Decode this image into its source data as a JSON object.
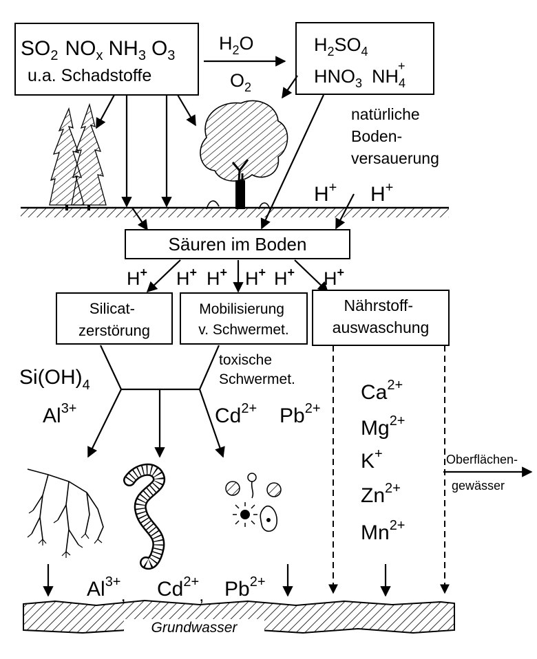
{
  "pollutants_box": {
    "formula_so2": "SO",
    "so2_sub": "2",
    "formula_nox": "NO",
    "nox_sub": "x",
    "formula_nh3": "NH",
    "nh3_sub": "3",
    "formula_o3": "O",
    "o3_sub": "3",
    "caption": "u.a. Schadstoffe"
  },
  "reaction": {
    "reagent_top": "H",
    "reagent_top_sub": "2",
    "reagent_top_tail": "O",
    "reagent_bottom": "O",
    "reagent_bottom_sub": "2"
  },
  "acids_box": {
    "h2so4_a": "H",
    "h2so4_sub1": "2",
    "h2so4_b": "SO",
    "h2so4_sub2": "4",
    "hno3_a": "HNO",
    "hno3_sub": "3",
    "nh4_a": "NH",
    "nh4_sub": "4",
    "nh4_sup": "+"
  },
  "natural_acidification": [
    "natürliche",
    "Boden-",
    "versauerung"
  ],
  "soil_protons": {
    "h": "H",
    "sup": "+"
  },
  "soil_acids_box": "Säuren im Boden",
  "proton_label": {
    "h": "H",
    "sup": "+"
  },
  "effect_boxes": {
    "silicate": [
      "Silicat-",
      "zerstörung"
    ],
    "mobilization": [
      "Mobilisierung",
      "v. Schwermet."
    ],
    "leaching": [
      "Nährstoff-",
      "auswaschung"
    ]
  },
  "silicate_products": {
    "sioh": "Si(OH)",
    "sioh_sub": "4",
    "al": "Al",
    "al_sup": "3+"
  },
  "heavy_metals": {
    "caption": [
      "toxische",
      "Schwermet."
    ],
    "cd": "Cd",
    "cd_sup": "2+",
    "pb": "Pb",
    "pb_sup": "2+"
  },
  "nutrients": [
    {
      "el": "Ca",
      "sup": "2+"
    },
    {
      "el": "Mg",
      "sup": "2+"
    },
    {
      "el": "K",
      "sup": "+"
    },
    {
      "el": "Zn",
      "sup": "2+"
    },
    {
      "el": "Mn",
      "sup": "2+"
    }
  ],
  "surface_water": [
    "Oberflächen-",
    "gewässer"
  ],
  "groundwater_ions": {
    "al": "Al",
    "al_sup": "3+",
    "cd": "Cd",
    "cd_sup": "2+",
    "pb": "Pb",
    "pb_sup": "2+",
    "sep": ","
  },
  "groundwater_label": "Grundwasser"
}
